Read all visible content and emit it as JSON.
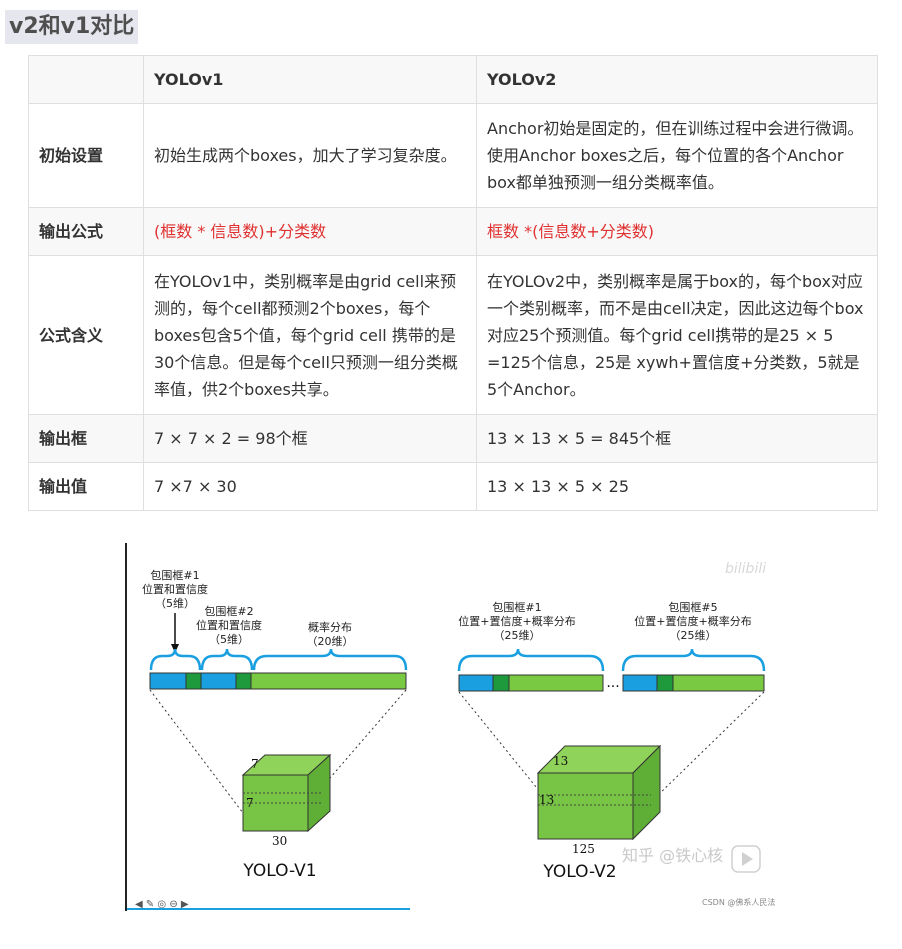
{
  "heading": "v2和v1对比",
  "table": {
    "header": [
      "",
      "YOLOv1",
      "YOLOv2"
    ],
    "rows": [
      {
        "label": "初始设置",
        "v1": "初始生成两个boxes，加大了学习复杂度。",
        "v2": "Anchor初始是固定的，但在训练过程中会进行微调。使用Anchor boxes之后，每个位置的各个Anchor box都单独预测一组分类概率值。"
      },
      {
        "label": "输出公式",
        "v1": "(框数 * 信息数)+分类数",
        "v2": "框数 *(信息数+分类数)"
      },
      {
        "label": "公式含义",
        "v1": "在YOLOv1中，类别概率是由grid cell来预测的，每个cell都预测2个boxes，每个boxes包含5个值，每个grid cell 携带的是30个信息。但是每个cell只预测一组分类概率值，供2个boxes共享。",
        "v2": "在YOLOv2中，类别概率是属于box的，每个box对应一个类别概率，而不是由cell决定，因此这边每个box对应25个预测值。每个grid cell携带的是25 × 5 =125个信息，25是 xywh+置信度+分类数，5就是5个Anchor。"
      },
      {
        "label": "输出框",
        "v1": "7 × 7 × 2 = 98个框",
        "v2": "13 × 13 × 5 = 845个框"
      },
      {
        "label": "输出值",
        "v1": "7 ×7 × 30",
        "v2": "13 × 13 × 5 × 25"
      }
    ]
  },
  "figure": {
    "v1": {
      "box1_label": "包围框#1",
      "box1_sub": "位置和置信度",
      "box1_dim": "（5维）",
      "box2_label": "包围框#2",
      "box2_sub": "位置和置信度",
      "box2_dim": "（5维）",
      "prob_label": "概率分布",
      "prob_dim": "（20维）",
      "cube_h": "7",
      "cube_w": "7",
      "cube_d": "30",
      "caption": "YOLO-V1"
    },
    "v2": {
      "box1_label": "包围框#1",
      "box1_sub": "位置+置信度+概率分布",
      "box1_dim": "（25维）",
      "box5_label": "包围框#5",
      "box5_sub": "位置+置信度+概率分布",
      "box5_dim": "（25维）",
      "ellipsis": "...",
      "cube_h": "13",
      "cube_w": "13",
      "cube_d": "125",
      "caption": "YOLO-V2"
    },
    "watermark": "知乎 @铁心核",
    "watermark_top": "bilibili",
    "footer_credit": "CSDN @佛系人民法",
    "colors": {
      "blue": "#1aa0e0",
      "green_dark": "#1e9a3c",
      "green": "#7ac943",
      "bracket": "#1aa0e0",
      "cube": "#78c445"
    }
  }
}
